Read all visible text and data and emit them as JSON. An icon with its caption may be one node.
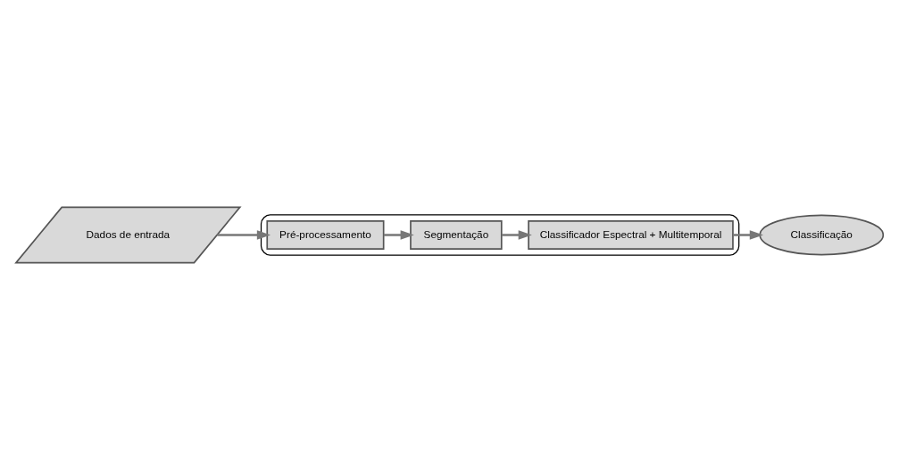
{
  "diagram": {
    "nodes": [
      {
        "text": [
          "Dados de entrada"
        ]
      },
      {
        "text": [],
        "shape": "box"
      },
      {
        "text": [
          "Pré-processamento"
        ],
        "in": 1
      },
      {
        "text": [
          "Segmentação"
        ],
        "in": 1
      },
      {
        "text": [
          "Classificador Espectral + Multitemporal"
        ],
        "in": 1
      },
      {
        "text": [
          "Classificação"
        ]
      }
    ],
    "edges": [
      {
        "from": 0,
        "to": 2,
        "arrow": "to"
      },
      {
        "from": 2,
        "to": 3,
        "arrow": "to"
      },
      {
        "from": 3,
        "to": 4,
        "arrow": "to"
      },
      {
        "from": 4,
        "to": 5,
        "arrow": "to"
      }
    ]
  }
}
